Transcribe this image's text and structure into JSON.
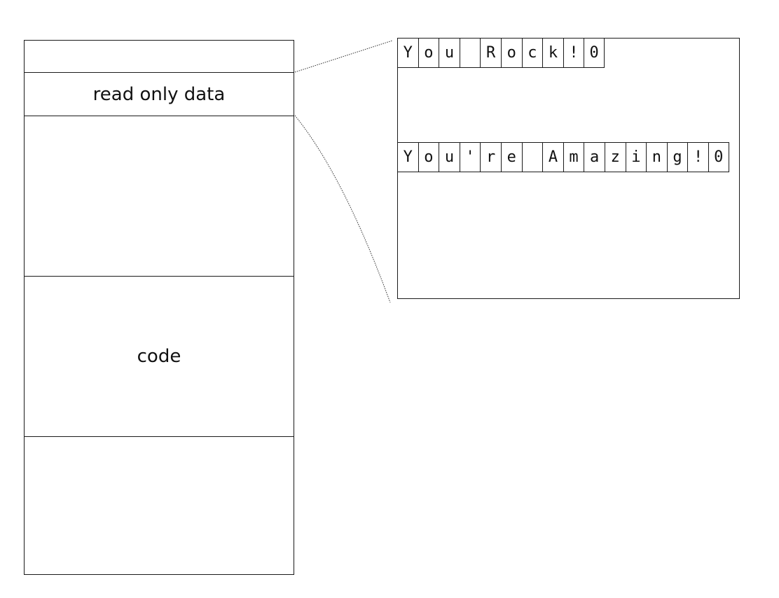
{
  "memory_map": {
    "segments": [
      {
        "label": ""
      },
      {
        "label": "read only data"
      },
      {
        "label": ""
      },
      {
        "label": "code"
      },
      {
        "label": ""
      }
    ]
  },
  "zoom": {
    "strings": [
      {
        "chars": [
          "Y",
          "o",
          "u",
          " ",
          "R",
          "o",
          "c",
          "k",
          "!",
          "0"
        ]
      },
      {
        "chars": [
          "Y",
          "o",
          "u",
          "'",
          "r",
          "e",
          " ",
          "A",
          "m",
          "a",
          "z",
          "i",
          "n",
          "g",
          "!",
          "0"
        ]
      }
    ]
  }
}
